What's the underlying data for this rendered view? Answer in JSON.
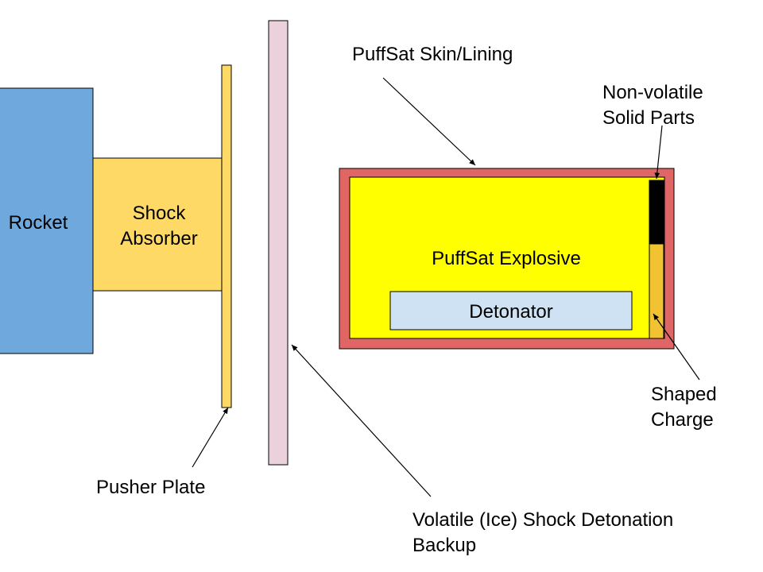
{
  "labels": {
    "rocket": "Rocket",
    "shock_absorber_line1": "Shock",
    "shock_absorber_line2": "Absorber",
    "puffsat_skin": "PuffSat Skin/Lining",
    "non_volatile_line1": "Non-volatile",
    "non_volatile_line2": "Solid Parts",
    "puffsat_explosive": "PuffSat Explosive",
    "detonator": "Detonator",
    "shaped_charge_line1": "Shaped",
    "shaped_charge_line2": "Charge",
    "pusher_plate": "Pusher Plate",
    "ice_backup_line1": "Volatile (Ice) Shock Detonation",
    "ice_backup_line2": "Backup"
  },
  "colors": {
    "rocket": "#6fa8dc",
    "shock_absorber": "#ffd966",
    "pusher_plate": "#ffd966",
    "ice_backup": "#ead1dc",
    "skin": "#e06666",
    "explosive": "#ffff00",
    "detonator": "#cfe2f3",
    "solid_parts": "#000000",
    "shaped_charge": "#f1c232"
  }
}
